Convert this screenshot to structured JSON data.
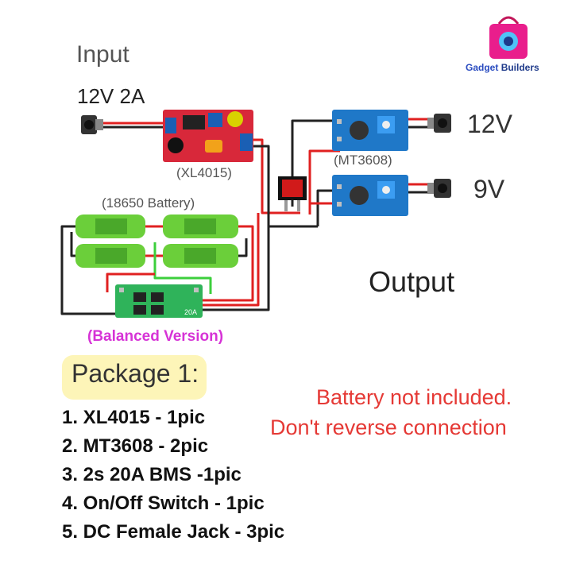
{
  "logo": {
    "word1": "Gadget",
    "word2": "Builders",
    "icon": "shopping-bag-icon"
  },
  "labels": {
    "input": "Input",
    "input_spec": "12V  2A",
    "xl4015": "(XL4015)",
    "battery": "(18650 Battery)",
    "mt3608": "(MT3608)",
    "out_12v": "12V",
    "out_9v": "9V",
    "output": "Output",
    "bms_rating": "20A",
    "balanced": "(Balanced Version)"
  },
  "package": {
    "title": "Package 1:",
    "items": [
      "1. XL4015 - 1pic",
      "2. MT3608 - 2pic",
      "3. 2s 20A BMS -1pic",
      "4. On/Off Switch - 1pic",
      "5. DC Female Jack - 3pic"
    ]
  },
  "warning": {
    "line1": "Battery not included.",
    "line2": "Don't reverse connection"
  },
  "colors": {
    "warning": "#e53935",
    "balanced": "#d633d6",
    "package_bg": "#fdf5b8",
    "wire_red": "#e02020",
    "wire_black": "#222222",
    "wire_green": "#3ccf3c",
    "pcb_red": "#d8283a",
    "pcb_blue": "#1f78c8",
    "pcb_green": "#2fb35a",
    "battery": "#6bcf3a"
  }
}
